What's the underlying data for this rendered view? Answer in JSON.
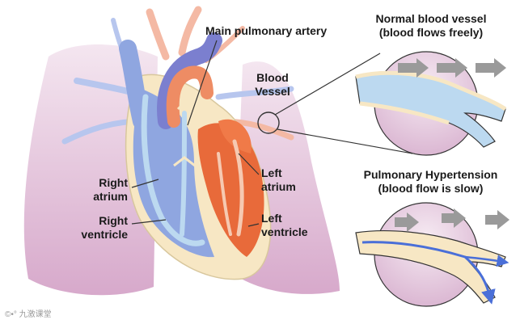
{
  "labels": {
    "main_pulmonary_artery": "Main pulmonary artery",
    "blood_vessel_line1": "Blood",
    "blood_vessel_line2": "Vessel",
    "normal_title_line1": "Normal blood vessel",
    "normal_title_line2": "(blood flows freely)",
    "ph_title_line1": "Pulmonary Hypertension",
    "ph_title_line2": "(blood flow is slow)",
    "right_atrium_line1": "Right",
    "right_atrium_line2": "atrium",
    "right_ventricle_line1": "Right",
    "right_ventricle_line2": "ventricle",
    "left_atrium_line1": "Left",
    "left_atrium_line2": "atrium",
    "left_ventricle_line1": "Left",
    "left_ventricle_line2": "ventricle"
  },
  "watermark": "©•° 九激课堂",
  "colors": {
    "lung_pink": "#e6c4dc",
    "deoxygenated_blue": "#8fa6e0",
    "oxygenated_red": "#e86a3a",
    "heart_outer": "#f7e7c4",
    "vessel_light_blue": "#bcd9f0",
    "flow_arrow_gray": "#9a9a9a"
  }
}
